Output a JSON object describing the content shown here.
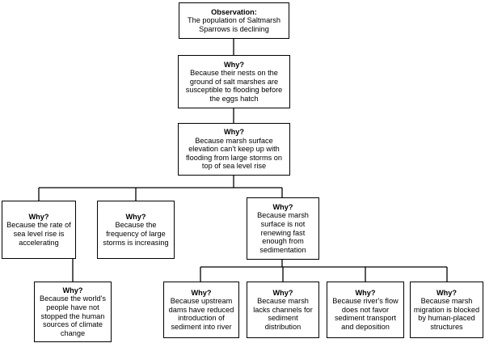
{
  "nodes": {
    "observation": {
      "heading": "Observation:",
      "body": "The population of Saltmarsh\nSparrows is declining"
    },
    "why_nests": {
      "heading": "Why?",
      "body": "Because their nests on the\nground of salt marshes are\nsusceptible to flooding before\nthe eggs hatch"
    },
    "why_elevation": {
      "heading": "Why?",
      "body": "Because marsh surface\nelevation can't keep up with\nflooding from large storms on\ntop of sea level rise"
    },
    "why_sea_level": {
      "heading": "Why?",
      "body": "Because the rate of\nsea level rise is\naccelerating"
    },
    "why_storms": {
      "heading": "Why?",
      "body": "Because the\nfrequency of large\nstorms is increasing"
    },
    "why_renewing": {
      "heading": "Why?",
      "body": "Because marsh\nsurface is not\nrenewing fast\nenough from\nsedimentation"
    },
    "why_climate": {
      "heading": "Why?",
      "body": "Because the world's\npeople have not\nstopped the human\nsources of climate\nchange"
    },
    "why_dams": {
      "heading": "Why?",
      "body": "Because upstream\ndams have reduced\nintroduction of\nsediment into river"
    },
    "why_channels": {
      "heading": "Why?",
      "body": "Because marsh\nlacks channels for\nsediment\ndistribution"
    },
    "why_river_flow": {
      "heading": "Why?",
      "body": "Because river's flow\ndoes not favor\nsediment transport\nand deposition"
    },
    "why_migration": {
      "heading": "Why?",
      "body": "Because marsh\nmigration is blocked\nby human-placed\nstructures"
    }
  }
}
